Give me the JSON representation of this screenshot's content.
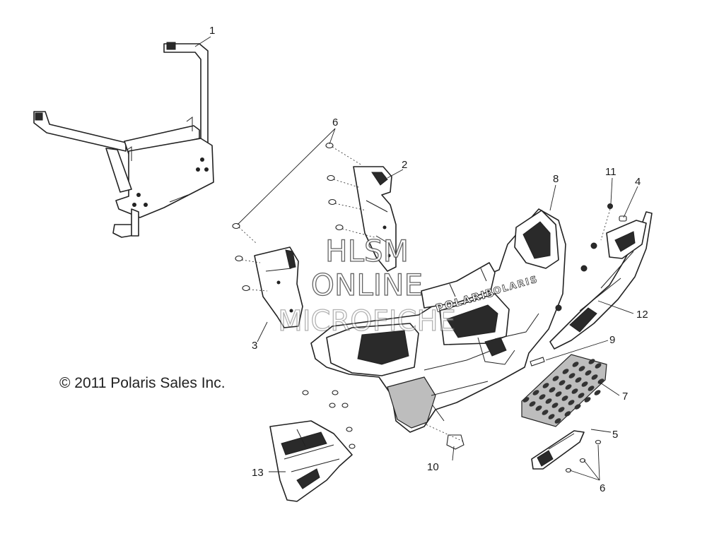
{
  "copyright": "© 2011 Polaris Sales Inc.",
  "watermark": {
    "line1": "HLSM",
    "line2": "ONLINE",
    "line3": "MICROFICHE"
  },
  "brand_mark": "POLARIS",
  "callouts": [
    {
      "id": "1",
      "label": "1"
    },
    {
      "id": "2",
      "label": "2"
    },
    {
      "id": "3",
      "label": "3"
    },
    {
      "id": "4",
      "label": "4"
    },
    {
      "id": "5",
      "label": "5"
    },
    {
      "id": "6a",
      "label": "6"
    },
    {
      "id": "6b",
      "label": "6"
    },
    {
      "id": "7",
      "label": "7"
    },
    {
      "id": "8",
      "label": "8"
    },
    {
      "id": "9",
      "label": "9"
    },
    {
      "id": "10",
      "label": "10"
    },
    {
      "id": "11",
      "label": "11"
    },
    {
      "id": "12",
      "label": "12"
    },
    {
      "id": "13",
      "label": "13"
    }
  ]
}
